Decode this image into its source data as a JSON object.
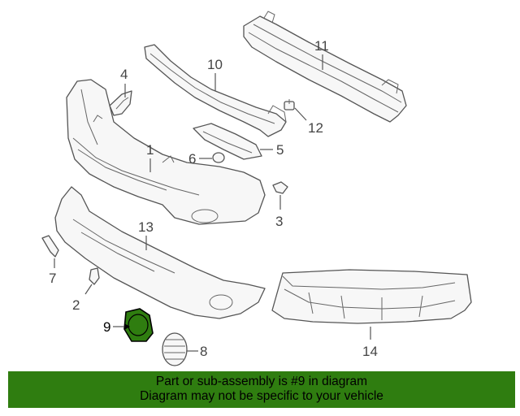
{
  "callouts": {
    "c1": "1",
    "c2": "2",
    "c3": "3",
    "c4": "4",
    "c5": "5",
    "c6": "6",
    "c7": "7",
    "c8": "8",
    "c9": "9",
    "c10": "10",
    "c11": "11",
    "c12": "12",
    "c13": "13",
    "c14": "14"
  },
  "highlighted_part": "9",
  "colors": {
    "highlight_fill": "#2f7d10",
    "banner_bg": "#2f7d10"
  },
  "banner": {
    "line1": "Part or sub-assembly is #9 in diagram",
    "line2": "Diagram may not be specific to your vehicle"
  }
}
